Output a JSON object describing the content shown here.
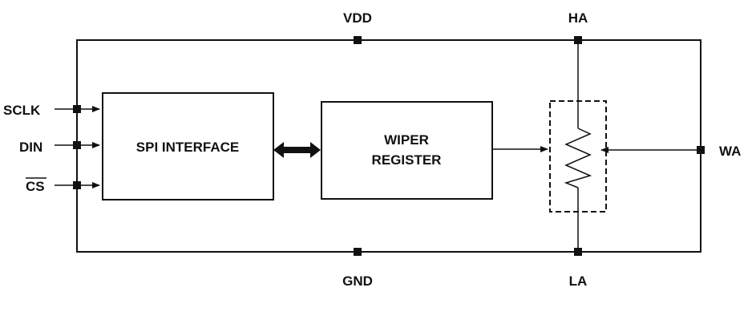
{
  "pins": {
    "vdd": "VDD",
    "gnd": "GND",
    "ha": "HA",
    "la": "LA",
    "wa": "WA",
    "sclk": "SCLK",
    "din": "DIN",
    "cs": "CS"
  },
  "blocks": {
    "spi_interface": "SPI INTERFACE",
    "wiper_register_line1": "WIPER",
    "wiper_register_line2": "REGISTER"
  },
  "colors": {
    "line": "#111111",
    "background": "#ffffff"
  }
}
